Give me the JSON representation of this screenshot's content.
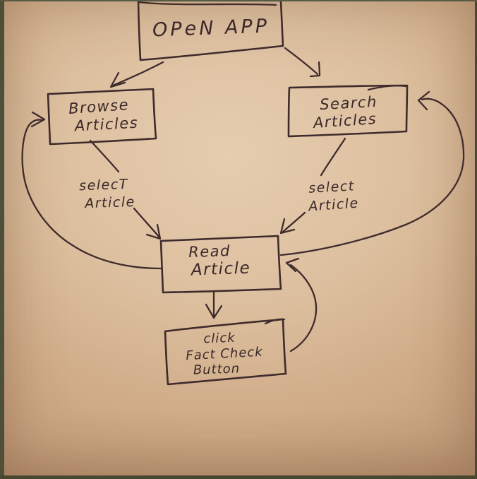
{
  "diagram": {
    "type": "flowchart",
    "colors": {
      "ink": "#3f2b2c",
      "paper": "#d8bb9c",
      "photo_border_green": "#47553e"
    },
    "nodes": [
      {
        "id": "open-app",
        "label_lines": [
          "OPeN APP"
        ]
      },
      {
        "id": "browse-articles",
        "label_lines": [
          "Browse",
          "Articles"
        ]
      },
      {
        "id": "search-articles",
        "label_lines": [
          "Search",
          "Articles"
        ]
      },
      {
        "id": "read-article",
        "label_lines": [
          "Read",
          "Article"
        ]
      },
      {
        "id": "fact-check-button",
        "label_lines": [
          "click",
          "Fact Check",
          "Button"
        ]
      }
    ],
    "edges": [
      {
        "from": "open-app",
        "to": "browse-articles",
        "label_lines": []
      },
      {
        "from": "open-app",
        "to": "search-articles",
        "label_lines": []
      },
      {
        "from": "browse-articles",
        "to": "read-article",
        "label_lines": [
          "selecT",
          "Article"
        ]
      },
      {
        "from": "search-articles",
        "to": "read-article",
        "label_lines": [
          "select",
          "Article"
        ]
      },
      {
        "from": "read-article",
        "to": "browse-articles",
        "label_lines": []
      },
      {
        "from": "read-article",
        "to": "search-articles",
        "label_lines": []
      },
      {
        "from": "read-article",
        "to": "fact-check-button",
        "label_lines": []
      },
      {
        "from": "fact-check-button",
        "to": "read-article",
        "label_lines": []
      }
    ]
  }
}
